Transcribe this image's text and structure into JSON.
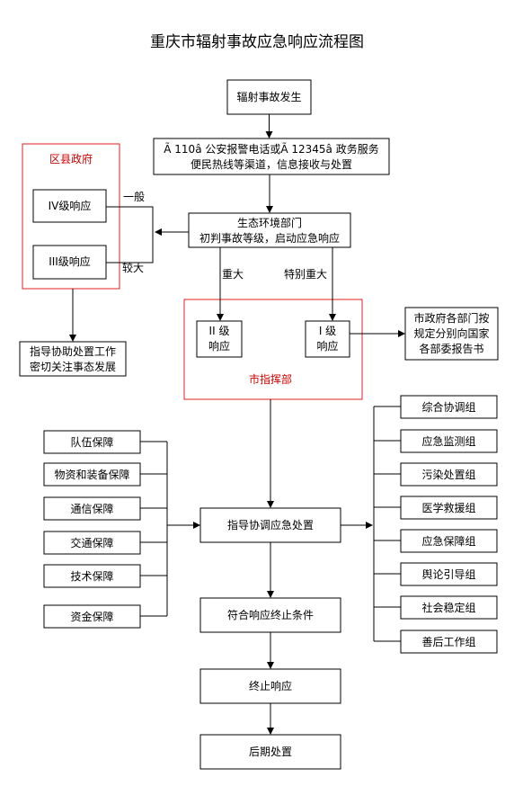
{
  "title": "重庆市辐射事故应急响应流程图",
  "nodes": {
    "accident": "辐射事故发生",
    "reception_line1": "Ã 110â  公安报警电话或Ã 12345â  政务服务",
    "reception_line2": "便民热线等渠道，信息接收与处置",
    "eco_line1": "生态环境部门",
    "eco_line2": "初判事故等级，启动应急响应",
    "district_gov": "区县政府",
    "level4": "IV级响应",
    "level3": "III级响应",
    "district_guide_line1": "指导协助处置工作",
    "district_guide_line2": "密切关注事态发展",
    "level2_line1": "II 级",
    "level2_line2": "响应",
    "level1_line1": "I 级",
    "level1_line2": "响应",
    "city_command": "市指挥部",
    "report_line1": "市政府各部门按",
    "report_line2": "规定分别向国家",
    "report_line3": "各部委报告书",
    "guide_coord": "指导协调应急处置",
    "end_condition": "符合响应终止条件",
    "terminate": "终止响应",
    "aftermath": "后期处置"
  },
  "edge_labels": {
    "general": "一般",
    "larger": "较大",
    "major": "重大",
    "extra_major": "特别重大"
  },
  "support_groups": [
    "队伍保障",
    "物资和装备保障",
    "通信保障",
    "交通保障",
    "技术保障",
    "资金保障"
  ],
  "working_groups": [
    "综合协调组",
    "应急监测组",
    "污染处置组",
    "医学救援组",
    "应急保障组",
    "舆论引导组",
    "社会稳定组",
    "善后工作组"
  ],
  "colors": {
    "frame_red": "#e02020",
    "label_red": "#d00000",
    "line": "#000000"
  }
}
